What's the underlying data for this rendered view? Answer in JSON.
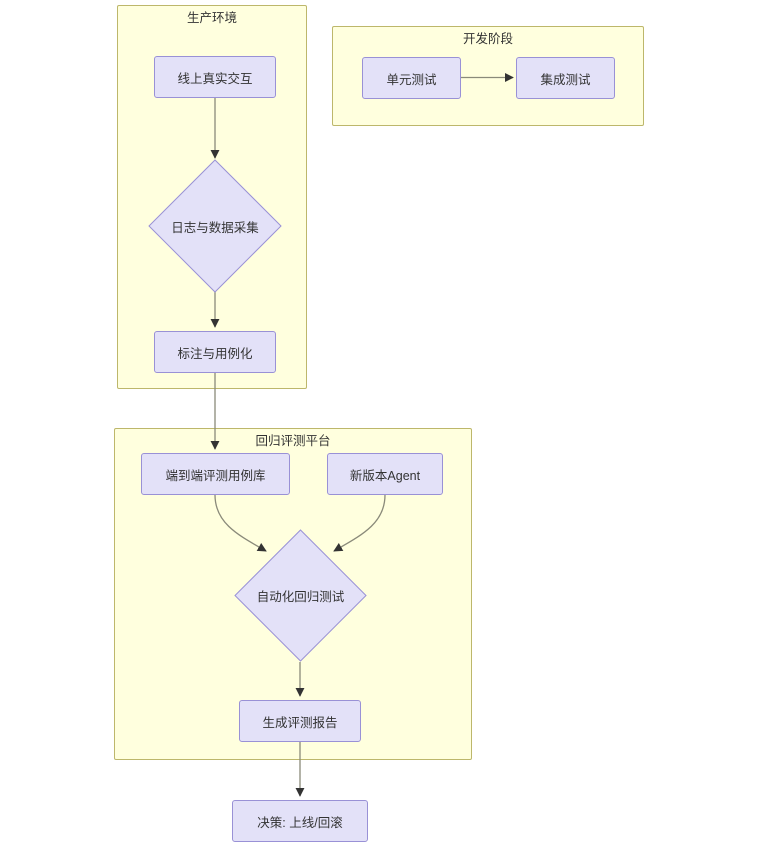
{
  "diagram": {
    "type": "flowchart",
    "direction": "top-down",
    "background": "#ffffff",
    "colors": {
      "cluster_fill": "#ffffde",
      "cluster_border": "#bdb76b",
      "node_fill": "#e3e1f8",
      "node_border": "#9991d6",
      "edge": "#8a8a7a",
      "text": "#333333"
    },
    "clusters": [
      {
        "id": "prod",
        "label": "生产环境"
      },
      {
        "id": "dev",
        "label": "开发阶段"
      },
      {
        "id": "regression",
        "label": "回归评测平台"
      }
    ],
    "nodes": [
      {
        "id": "n1",
        "label": "线上真实交互",
        "shape": "rect",
        "cluster": "prod"
      },
      {
        "id": "n2",
        "label": "日志与数据采集",
        "shape": "diamond",
        "cluster": "prod"
      },
      {
        "id": "n3",
        "label": "标注与用例化",
        "shape": "rect",
        "cluster": "prod"
      },
      {
        "id": "n4",
        "label": "单元测试",
        "shape": "rect",
        "cluster": "dev"
      },
      {
        "id": "n5",
        "label": "集成测试",
        "shape": "rect",
        "cluster": "dev"
      },
      {
        "id": "n6",
        "label": "端到端评测用例库",
        "shape": "rect",
        "cluster": "regression"
      },
      {
        "id": "n7",
        "label": "新版本Agent",
        "shape": "rect",
        "cluster": "regression"
      },
      {
        "id": "n8",
        "label": "自动化回归测试",
        "shape": "diamond",
        "cluster": "regression"
      },
      {
        "id": "n9",
        "label": "生成评测报告",
        "shape": "rect",
        "cluster": "regression"
      },
      {
        "id": "n10",
        "label": "决策: 上线/回滚",
        "shape": "rect",
        "cluster": null
      }
    ],
    "edges": [
      {
        "from": "n1",
        "to": "n2",
        "label": ""
      },
      {
        "from": "n2",
        "to": "n3",
        "label": ""
      },
      {
        "from": "n3",
        "to": "n6",
        "label": ""
      },
      {
        "from": "n4",
        "to": "n5",
        "label": ""
      },
      {
        "from": "n6",
        "to": "n8",
        "label": ""
      },
      {
        "from": "n7",
        "to": "n8",
        "label": ""
      },
      {
        "from": "n8",
        "to": "n9",
        "label": ""
      },
      {
        "from": "n9",
        "to": "n10",
        "label": ""
      }
    ]
  }
}
